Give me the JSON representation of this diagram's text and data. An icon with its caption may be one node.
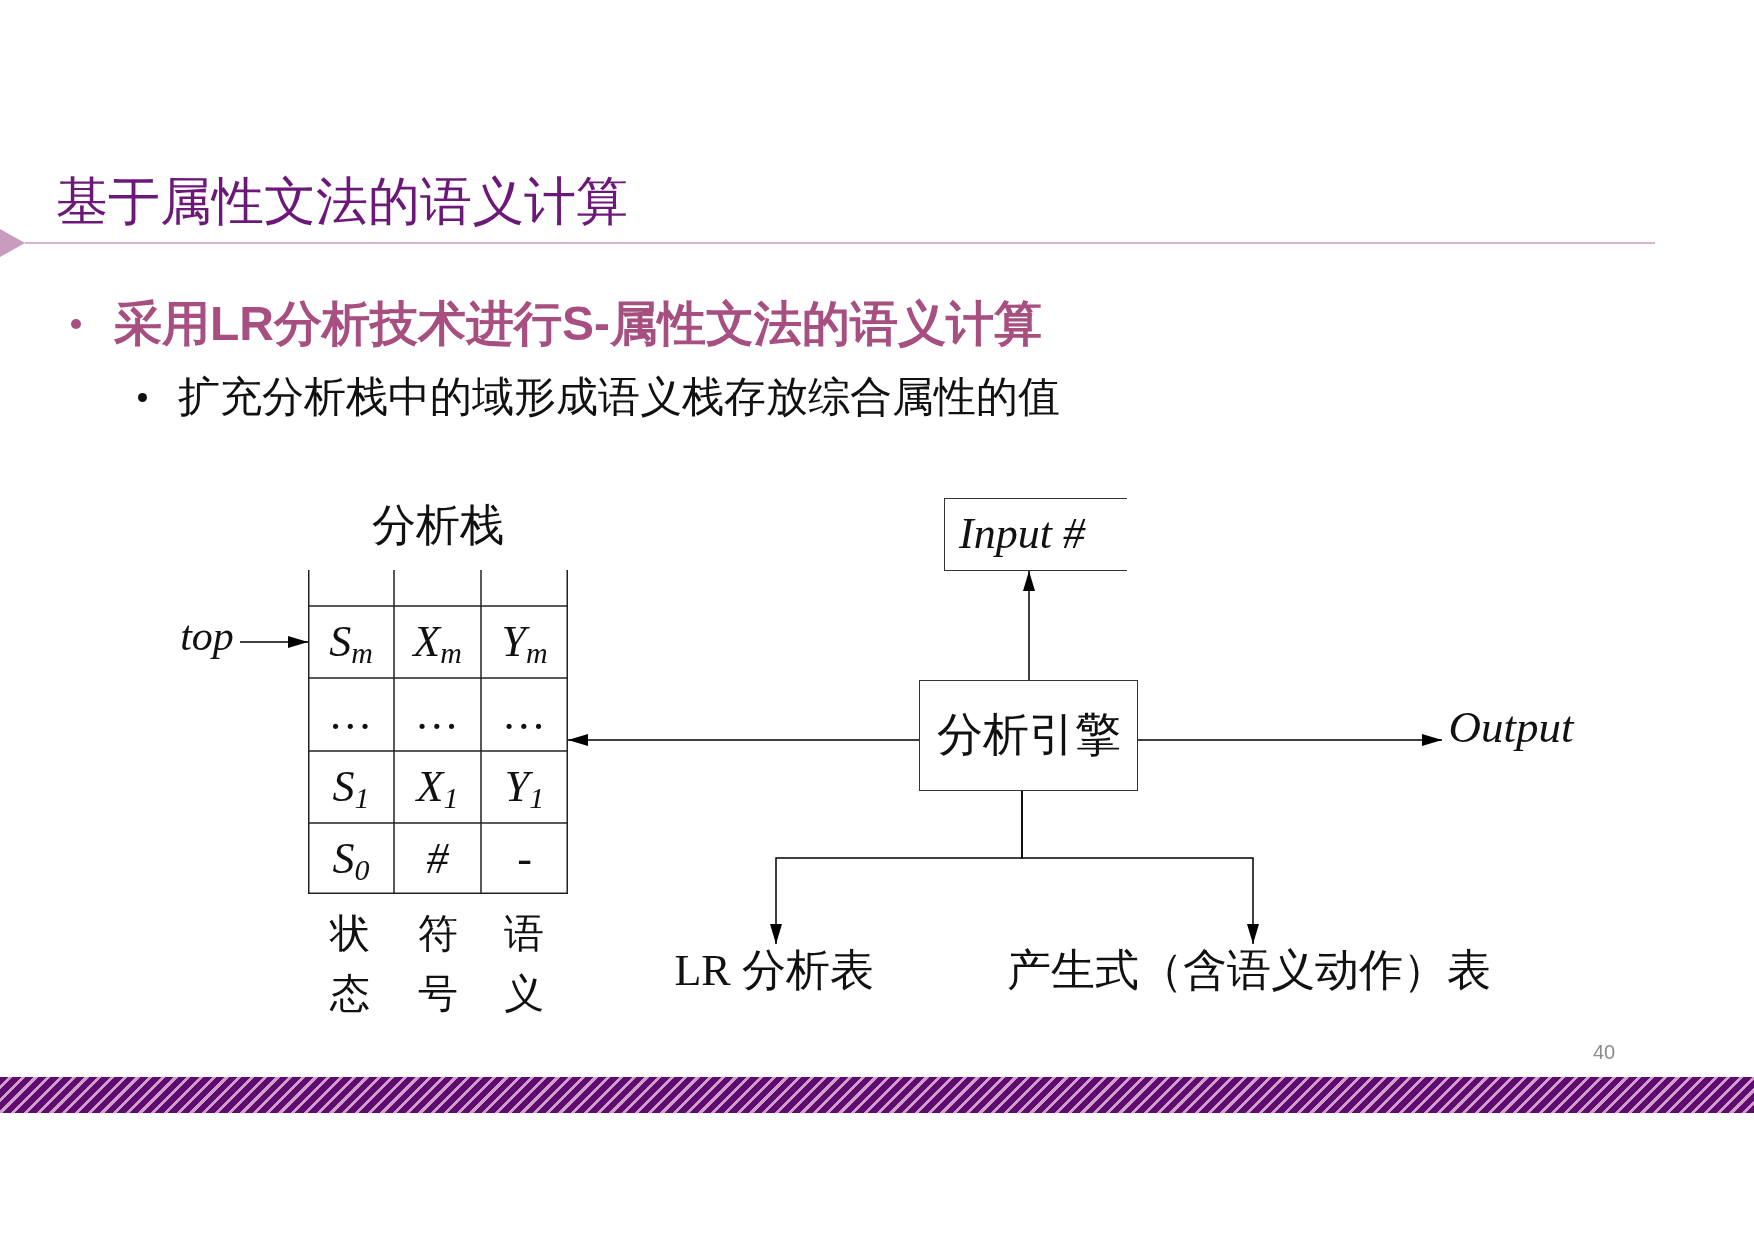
{
  "diagram": {
    "title": "基于属性文法的语义计算",
    "nodes": [
      {
        "text": [
          "分析栈"
        ]
      },
      {
        "text": [
          "Input #"
        ]
      },
      {
        "text": [
          "top"
        ]
      },
      {
        "text": [
          "分析引擎"
        ]
      },
      {
        "text": [
          "Output"
        ]
      },
      {
        "text": [
          "LR 分析表"
        ]
      },
      {
        "text": [
          "产生式（含语义动作）表"
        ]
      }
    ],
    "edges": [
      {
        "from": 2,
        "to": 0,
        "arrow": "to"
      },
      {
        "from": 3,
        "to": 1,
        "arrow": "to"
      },
      {
        "from": 3,
        "to": 0,
        "arrow": "to"
      },
      {
        "from": 3,
        "to": 4,
        "arrow": "to"
      },
      {
        "from": 3,
        "to": 5,
        "arrow": "to"
      },
      {
        "from": 3,
        "to": 6,
        "arrow": "to"
      }
    ],
    "labels": [
      "采用LR分析技术进行S-属性文法的语义计算",
      "扩充分析栈中的域形成语义栈存放综合属性的值",
      "S$_{m}$",
      "X$_{m}$",
      "Y$_{m}$",
      "…",
      "…",
      "…",
      "S$_{1}$",
      "X$_{1}$",
      "Y$_{1}$",
      "S$_{0}$",
      "#",
      "-",
      "状态",
      "符号",
      "语义",
      "40"
    ]
  }
}
